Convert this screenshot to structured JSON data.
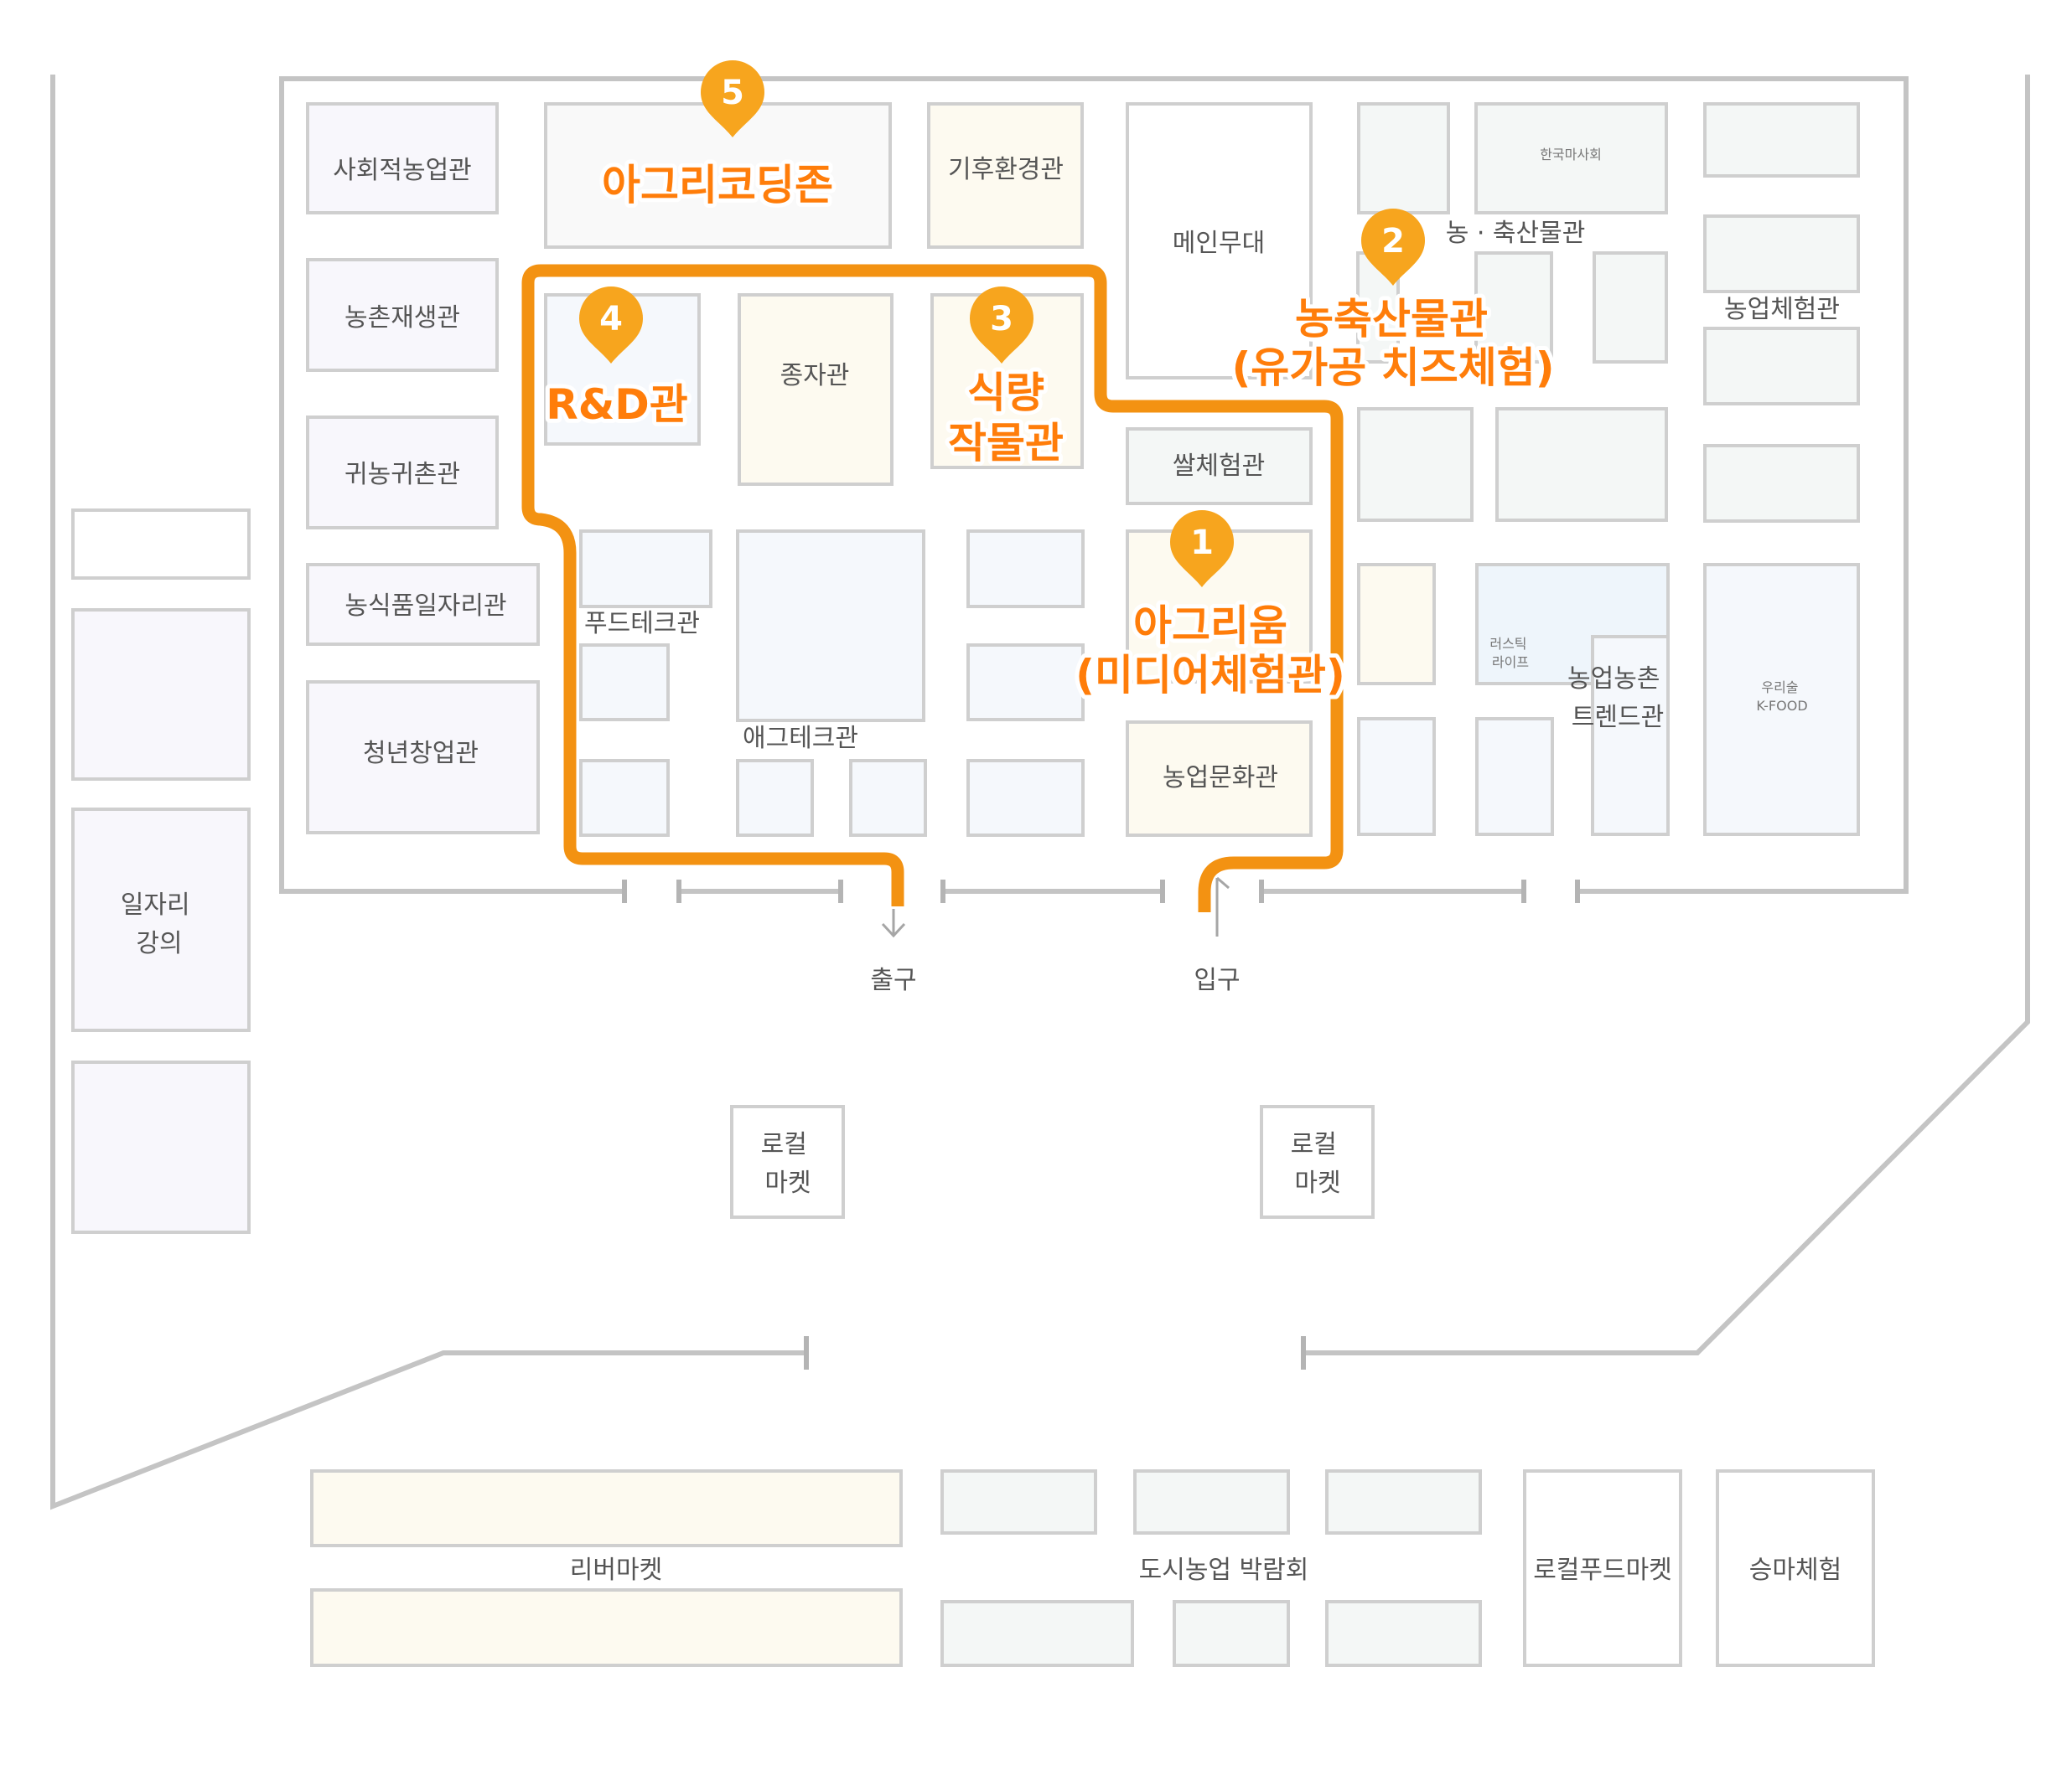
{
  "colors": {
    "route": "#f39212",
    "pin": "#f7a51e",
    "highlight_text": "#ff7d0a",
    "wall": "#c4c4c4",
    "block_border": "#cfcfcf",
    "fill_lavender": "#f8f7fc",
    "fill_cream": "#fdfaf0",
    "fill_grey": "#f4f7f6",
    "fill_blue": "#f5f8fc",
    "fill_white": "#ffffff"
  },
  "halls": {
    "social_farming": "사회적농업관",
    "rural_regen": "농촌재생관",
    "return_farm": "귀농귀촌관",
    "agrifood_jobs": "농식품일자리관",
    "youth_startup": "청년창업관",
    "climate_env": "기후환경관",
    "main_stage": "메인무대",
    "korea_racing": "한국마사회",
    "livestock_small": "농 · 축산물관",
    "farm_experience": "농업체험관",
    "seed_hall": "종자관",
    "rice_experience": "쌀체험관",
    "foodtech": "푸드테크관",
    "agtech": "애그테크관",
    "farm_culture": "농업문화관",
    "rustic_life": "러스틱\n라이프",
    "trend_hall": "농업농촌\n트렌드관",
    "korean_sool": "우리술\nK-FOOD",
    "jobs_lecture": "일자리\n강의",
    "local_market": "로컬\n마켓",
    "river_market": "리버마켓",
    "urban_farming": "도시농업 박람회",
    "local_food_market": "로컬푸드마켓",
    "horse_riding": "승마체험"
  },
  "gates": {
    "exit": "출구",
    "entrance": "입구"
  },
  "route_stops": [
    {
      "number": "1",
      "lines": [
        "아그리움",
        "(미디어체험관)"
      ]
    },
    {
      "number": "2",
      "lines": [
        "농축산물관",
        "(유가공 치즈체험)"
      ]
    },
    {
      "number": "3",
      "lines": [
        "식량",
        "작물관"
      ]
    },
    {
      "number": "4",
      "lines": [
        "R&D관"
      ]
    },
    {
      "number": "5",
      "lines": [
        "아그리코딩존"
      ]
    }
  ]
}
